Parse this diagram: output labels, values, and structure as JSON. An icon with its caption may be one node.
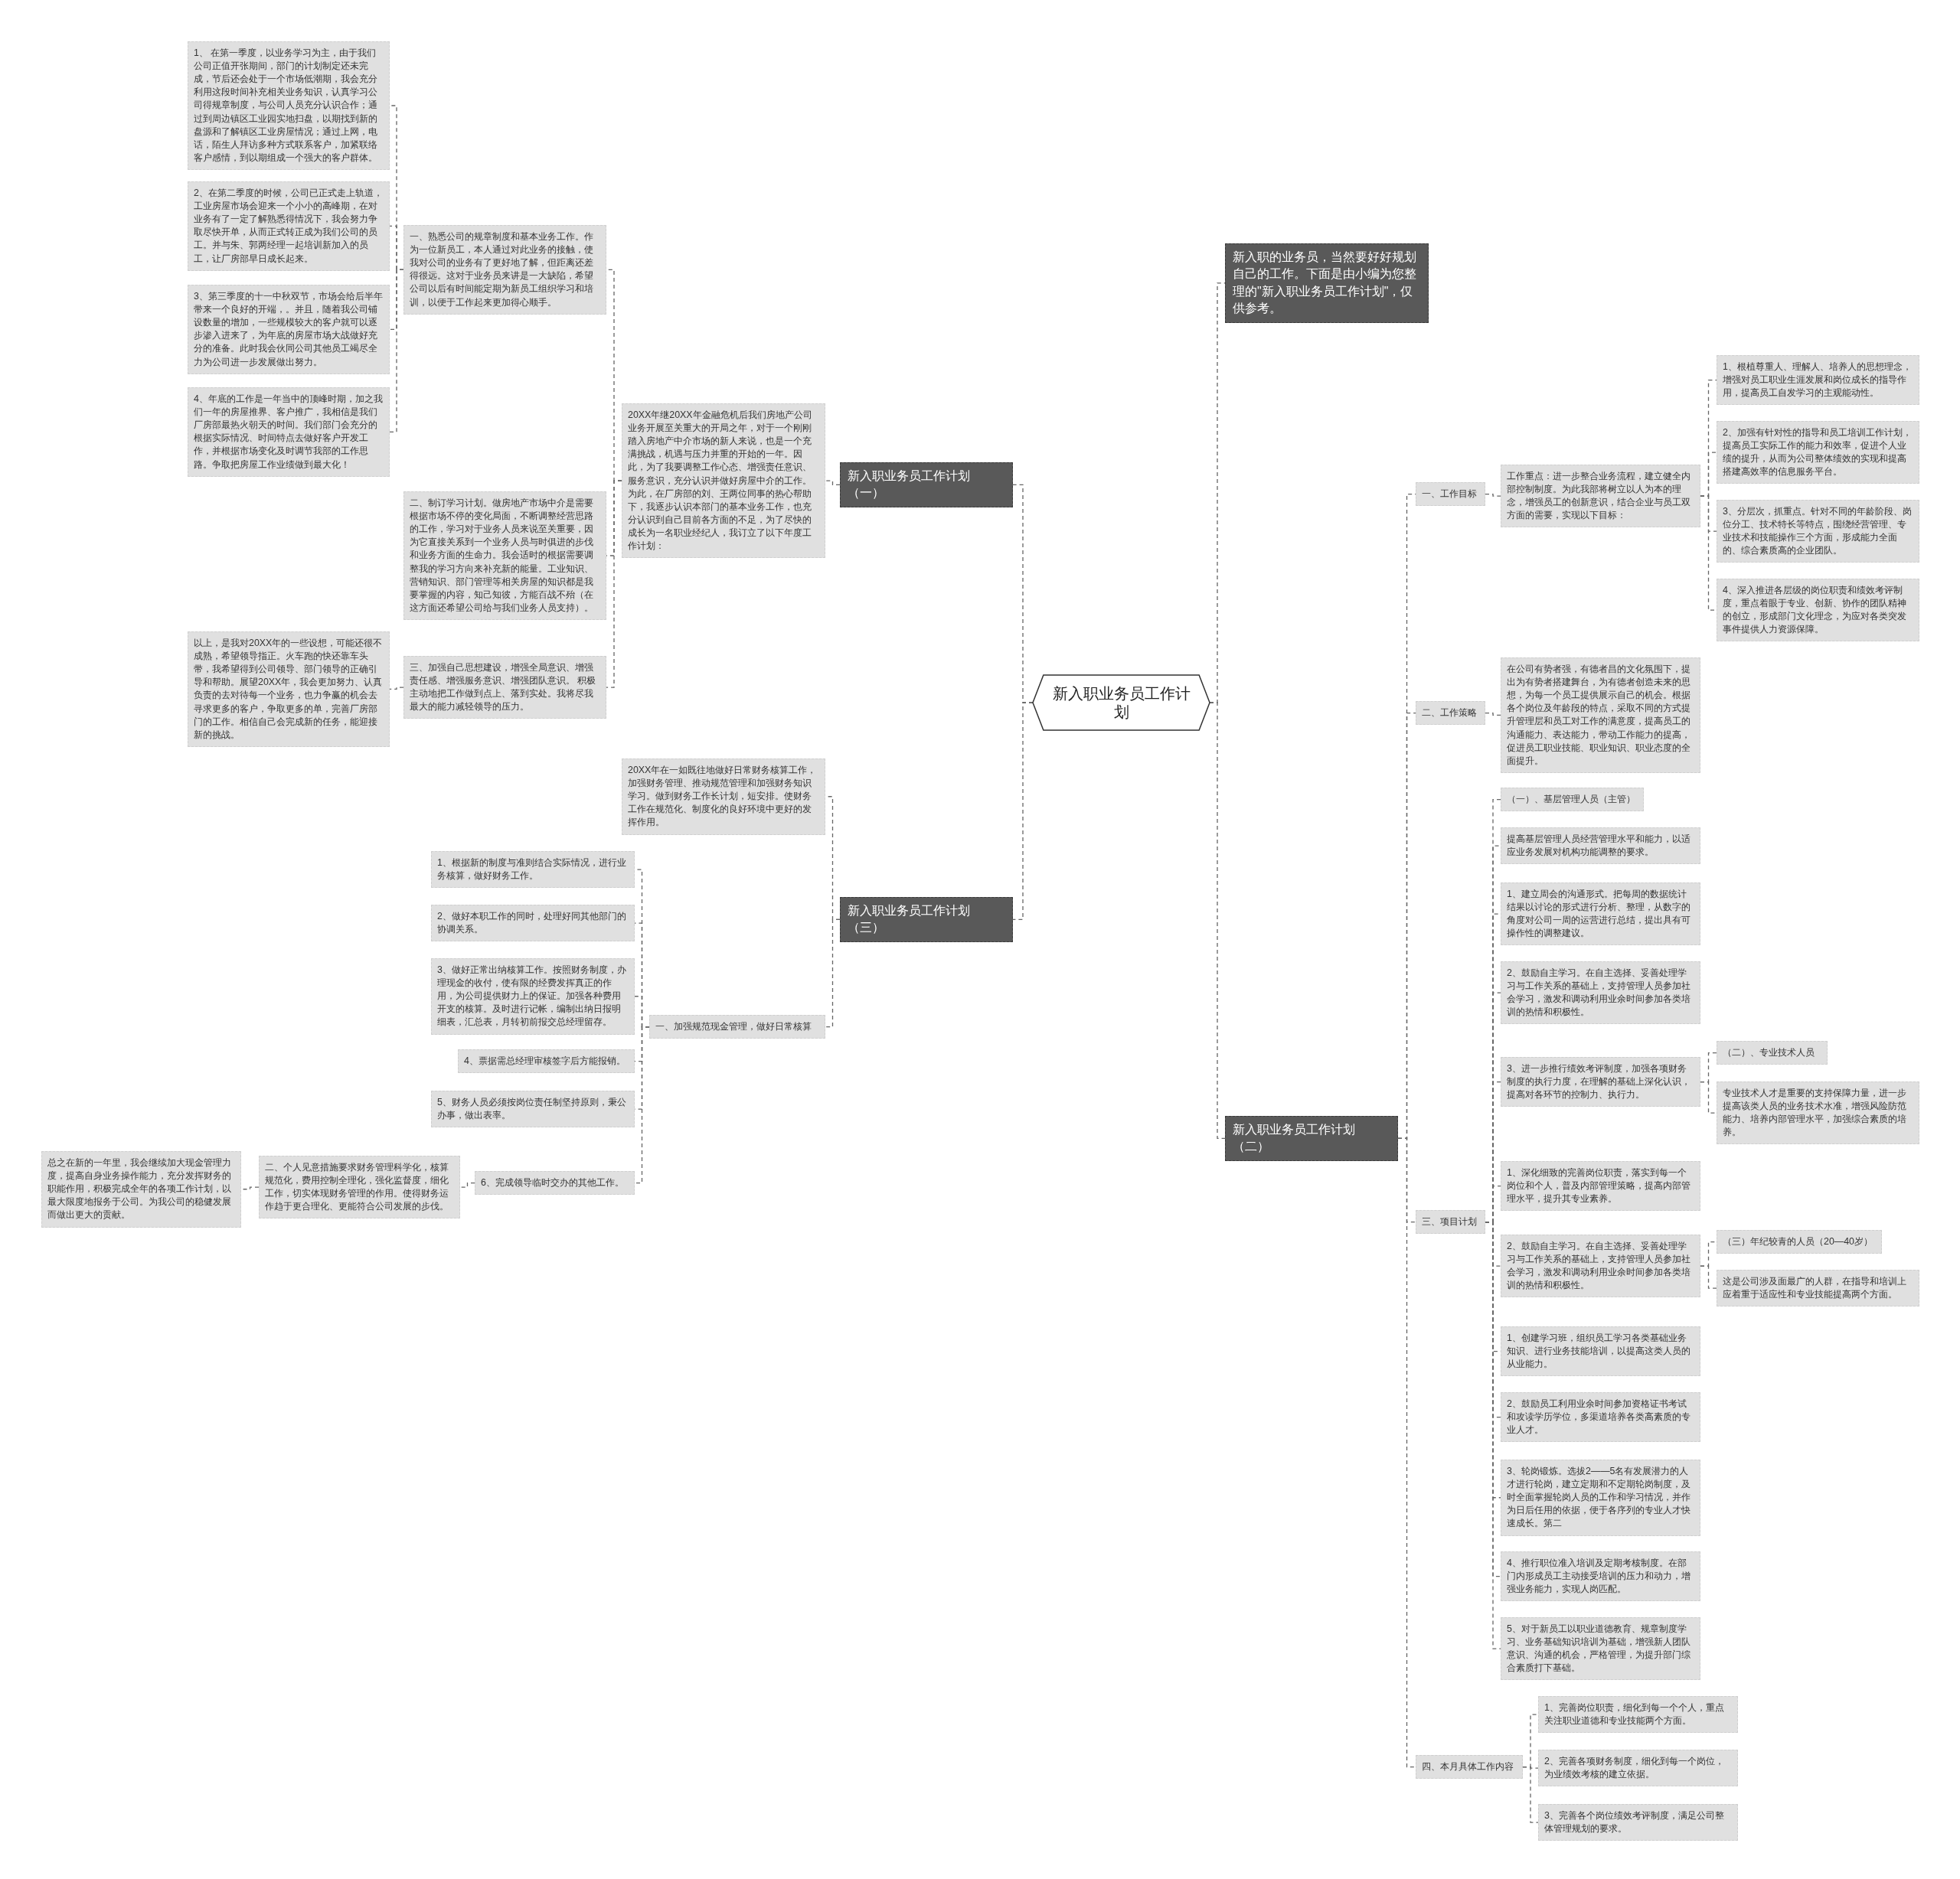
{
  "diagram": {
    "nodes": [
      {
        "text": [
          "新入职业务员工作计划"
        ]
      },
      {
        "text": [
          "新入职的业务员，当然要好好规划自己的工作。下面是由小编为您整理的\"新入职业务员工作计划\"，仅供参考。"
        ]
      },
      {
        "text": [
          "新入职业务员工作计划（一）"
        ]
      },
      {
        "text": [
          "新入职业务员工作计划（三）"
        ]
      },
      {
        "text": [
          "新入职业务员工作计划（二）"
        ]
      },
      {
        "text": [
          "20XX年继20XX年金融危机后我们房地产公司业务开展至关重大的开局之年，对于一个刚刚踏入房地产中介市场的新人来说，也是一个充满挑战，机遇与压力并重的开始的一年。因此，为了我要调整工作心态、增强责任意识、服务意识，充分认识并做好房屋中介的工作。为此，在厂房部的刘、王两位同事的热心帮助下，我逐步认识本部门的基本业务工作，也充分认识到自己目前各方面的不足，为了尽快的成长为一名职业经纪人，我订立了以下年度工作计划："
        ]
      },
      {
        "text": [
          "一、熟悉公司的规章制度和基本业务工作。作为一位新员工，本人通过对此业务的接触，使我对公司的业务有了更好地了解，但距离还差得很远。这对于业务员来讲是一大缺陷，希望公司以后有时间能定期为新员工组织学习和培训，以便于工作起来更加得心顺手。"
        ]
      },
      {
        "text": [
          "1、 在第一季度，以业务学习为主，由于我们公司正值开张期间，部门的计划制定还未完成，节后还会处于一个市场低潮期，我会充分利用这段时间补充相关业务知识，认真学习公司得规章制度，与公司人员充分认识合作；通过到周边镇区工业园实地扫盘，以期找到新的盘源和了解镇区工业房屋情况；通过上网，电话，陌生人拜访多种方式联系客户，加紧联络客户感情，到以期组成一个强大的客户群体。"
        ]
      },
      {
        "text": [
          "2、在第二季度的时候，公司已正式走上轨道，工业房屋市场会迎来一个小小的高峰期，在对业务有了一定了解熟悉得情况下，我会努力争取尽快开单，从而正式转正成为我们公司的员工。并与朱、郭两经理一起培训新加入的员工，让厂房部早日成长起来。"
        ]
      },
      {
        "text": [
          "3、第三季度的十一中秋双节，市场会给后半年带来一个良好的开端，。并且，随着我公司铺设数量的增加，一些规模较大的客户就可以逐步渗入进来了，为年底的房屋市场大战做好充分的准备。此时我会伙同公司其他员工竭尽全力为公司进一步发展做出努力。"
        ]
      },
      {
        "text": [
          "4、年底的工作是一年当中的顶峰时期，加之我们一年的房屋推界、客户推广，我相信是我们厂房部最热火朝天的时间。我们部门会充分的根据实际情况、时间特点去做好客户开发工作，并根据市场变化及时调节我部的工作思路。争取把房屋工作业绩做到最大化！"
        ]
      },
      {
        "text": [
          "二、制订学习计划。做房地产市场中介是需要根据市场不停的变化局面，不断调整经营思路的工作，学习对于业务人员来说至关重要，因为它直接关系到一个业务人员与时俱进的步伐和业务方面的生命力。我会适时的根据需要调整我的学习方向来补充新的能量。工业知识、营销知识、部门管理等相关房屋的知识都是我要掌握的内容，知己知彼，方能百战不殆（在这方面还希望公司给与我们业务人员支持）。"
        ]
      },
      {
        "text": [
          "三、加强自己思想建设，增强全局意识、增强责任感、增强服务意识、增强团队意识。 积极主动地把工作做到点上、落到实处。我将尽我最大的能力减轻领导的压力。"
        ]
      },
      {
        "text": [
          "以上，是我对20XX年的一些设想，可能还很不成熟，希望领导指正。火车跑的快还靠车头带，我希望得到公司领导、部门领导的正确引导和帮助。展望20XX年，我会更加努力、认真负责的去对待每一个业务，也力争赢的机会去寻求更多的客户，争取更多的单，完善厂房部门的工作。相信自己会完成新的任务，能迎接新的挑战。"
        ]
      },
      {
        "text": [
          "20XX年在一如既往地做好日常财务核算工作，加强财务管理、推动规范管理和加强财务知识学习。做到财务工作长计划，短安排。使财务工作在规范化、制度化的良好环境中更好的发挥作用。"
        ]
      },
      {
        "text": [
          "一、加强规范现金管理，做好日常核算"
        ]
      },
      {
        "text": [
          "1、根据新的制度与准则结合实际情况，进行业务核算，做好财务工作。"
        ]
      },
      {
        "text": [
          "2、做好本职工作的同时，处理好同其他部门的协调关系。"
        ]
      },
      {
        "text": [
          "3、做好正常出纳核算工作。按照财务制度，办理现金的收付，使有限的经费发挥真正的作用，为公司提供财力上的保证。加强各种费用开支的核算。及时进行记帐，编制出纳日报明细表，汇总表，月转初前报交总经理留存。"
        ]
      },
      {
        "text": [
          "4、票据需总经理审核签字后方能报销。"
        ]
      },
      {
        "text": [
          "5、财务人员必须按岗位责任制坚持原则，秉公办事，做出表率。"
        ]
      },
      {
        "text": [
          "6、完成领导临时交办的其他工作。"
        ]
      },
      {
        "text": [
          "二、个人见意措施要求财务管理科学化，核算规范化，费用控制全理化，强化监督度，细化工作，切实体现财务管理的作用。使得财务运作趋于更合理化、更能符合公司发展的步伐。"
        ]
      },
      {
        "text": [
          "总之在新的一年里，我会继续加大现金管理力度，提高自身业务操作能力，充分发挥财务的职能作用，积极完成全年的各项工作计划，以最大限度地报务于公司。为我公司的稳健发展而做出更大的贡献。"
        ]
      },
      {
        "text": [
          "一、工作目标"
        ]
      },
      {
        "text": [
          "工作重点：进一步整合业务流程，建立健全内部控制制度。为此我部将树立以人为本的理念，增强员工的创新意识，结合企业与员工双方面的需要，实现以下目标："
        ]
      },
      {
        "text": [
          "1、根植尊重人、理解人、培养人的思想理念，增强对员工职业生涯发展和岗位成长的指导作用，提高员工自发学习的主观能动性。"
        ]
      },
      {
        "text": [
          "2、加强有针对性的指导和员工培训工作计划，提高员工实际工作的能力和效率，促进个人业绩的提升，从而为公司整体绩效的实现和提高搭建高效率的信息服务平台。"
        ]
      },
      {
        "text": [
          "3、分层次，抓重点。针对不同的年龄阶段、岗位分工、技术特长等特点，围绕经营管理、专业技术和技能操作三个方面，形成能力全面的、综合素质高的企业团队。"
        ]
      },
      {
        "text": [
          "4、深入推进各层级的岗位职责和绩效考评制度，重点着眼于专业、创新、协作的团队精神的创立，形成部门文化理念，为应对各类突发事件提供人力资源保障。"
        ]
      },
      {
        "text": [
          "二、工作策略"
        ]
      },
      {
        "text": [
          "在公司有势者强，有德者昌的文化氛围下，提出为有势者搭建舞台，为有德者创造未来的思想，为每一个员工提供展示自己的机会。根据各个岗位及年龄段的特点，采取不同的方式提升管理层和员工对工作的满意度，提高员工的沟通能力、表达能力，带动工作能力的提高，促进员工职业技能、职业知识、职业态度的全面提升。"
        ]
      },
      {
        "text": [
          "三、项目计划"
        ]
      },
      {
        "text": [
          "（一）、基层管理人员（主管）"
        ]
      },
      {
        "text": [
          "提高基层管理人员经营管理水平和能力，以适应业务发展对机构功能调整的要求。"
        ]
      },
      {
        "text": [
          "1、建立周会的沟通形式。把每周的数据统计结果以讨论的形式进行分析、整理，从数字的角度对公司一周的运营进行总结，提出具有可操作性的调整建议。"
        ]
      },
      {
        "text": [
          "2、鼓励自主学习。在自主选择、妥善处理学习与工作关系的基础上，支持管理人员参加社会学习，激发和调动利用业余时间参加各类培训的热情和积极性。"
        ]
      },
      {
        "text": [
          "3、进一步推行绩效考评制度，加强各项财务制度的执行力度，在理解的基础上深化认识，提高对各环节的控制力、执行力。"
        ]
      },
      {
        "text": [
          "（二）、专业技术人员"
        ]
      },
      {
        "text": [
          "专业技术人才是重要的支持保障力量，进一步提高该类人员的业务技术水准，增强风险防范能力、培养内部管理水平，加强综合素质的培养。"
        ]
      },
      {
        "text": [
          "1、深化细致的完善岗位职责，落实到每一个岗位和个人，普及内部管理策略，提高内部管理水平，提升其专业素养。"
        ]
      },
      {
        "text": [
          "2、鼓励自主学习。在自主选择、妥善处理学习与工作关系的基础上，支持管理人员参加社会学习，激发和调动利用业余时间参加各类培训的热情和积极性。"
        ]
      },
      {
        "text": [
          "（三）年纪较青的人员（20—40岁）"
        ]
      },
      {
        "text": [
          "这是公司涉及面最广的人群，在指导和培训上应着重于适应性和专业技能提高两个方面。"
        ]
      },
      {
        "text": [
          "1、创建学习班，组织员工学习各类基础业务知识、进行业务技能培训，以提高这类人员的从业能力。"
        ]
      },
      {
        "text": [
          "2、鼓励员工利用业余时间参加资格证书考试和攻读学历学位，多渠道培养各类高素质的专业人才。"
        ]
      },
      {
        "text": [
          "3、轮岗锻炼。选拔2——5名有发展潜力的人才进行轮岗，建立定期和不定期轮岗制度，及时全面掌握轮岗人员的工作和学习情况，并作为日后任用的依据，便于各序列的专业人才快速成长。第二"
        ]
      },
      {
        "text": [
          "4、推行职位准入培训及定期考核制度。在部门内形成员工主动接受培训的压力和动力，增强业务能力，实现人岗匹配。"
        ]
      },
      {
        "text": [
          "5、对于新员工以职业道德教育、规章制度学习、业务基础知识培训为基础，增强新人团队意识、沟通的机会，严格管理，为提升部门综合素质打下基础。"
        ]
      },
      {
        "text": [
          "四、本月具体工作内容"
        ]
      },
      {
        "text": [
          "1、完善岗位职责，细化到每一个个人，重点关注职业道德和专业技能两个方面。"
        ]
      },
      {
        "text": [
          "2、完善各项财务制度，细化到每一个岗位，为业绩效考核的建立依据。"
        ]
      },
      {
        "text": [
          "3、完善各个岗位绩效考评制度，满足公司整体管理规划的要求。"
        ]
      }
    ],
    "edges": [
      {
        "from": 0,
        "to": 2,
        "arrow": "none"
      },
      {
        "from": 0,
        "to": 3,
        "arrow": "none"
      },
      {
        "from": 0,
        "to": 1,
        "arrow": "none"
      },
      {
        "from": 0,
        "to": 4,
        "arrow": "none"
      },
      {
        "from": 2,
        "to": 5,
        "arrow": "none"
      },
      {
        "from": 5,
        "to": 6,
        "arrow": "none"
      },
      {
        "from": 5,
        "to": 11,
        "arrow": "none"
      },
      {
        "from": 5,
        "to": 12,
        "arrow": "none"
      },
      {
        "from": 6,
        "to": 7,
        "arrow": "none"
      },
      {
        "from": 6,
        "to": 8,
        "arrow": "none"
      },
      {
        "from": 6,
        "to": 9,
        "arrow": "none"
      },
      {
        "from": 6,
        "to": 10,
        "arrow": "none"
      },
      {
        "from": 12,
        "to": 13,
        "arrow": "none"
      },
      {
        "from": 3,
        "to": 14,
        "arrow": "none"
      },
      {
        "from": 3,
        "to": 15,
        "arrow": "none"
      },
      {
        "from": 15,
        "to": 16,
        "arrow": "none"
      },
      {
        "from": 15,
        "to": 17,
        "arrow": "none"
      },
      {
        "from": 15,
        "to": 18,
        "arrow": "none"
      },
      {
        "from": 15,
        "to": 19,
        "arrow": "none"
      },
      {
        "from": 15,
        "to": 20,
        "arrow": "none"
      },
      {
        "from": 15,
        "to": 21,
        "arrow": "none"
      },
      {
        "from": 21,
        "to": 22,
        "arrow": "none"
      },
      {
        "from": 22,
        "to": 23,
        "arrow": "none"
      },
      {
        "from": 4,
        "to": 24,
        "arrow": "none"
      },
      {
        "from": 24,
        "to": 25,
        "arrow": "none"
      },
      {
        "from": 25,
        "to": 26,
        "arrow": "none"
      },
      {
        "from": 25,
        "to": 27,
        "arrow": "none"
      },
      {
        "from": 25,
        "to": 28,
        "arrow": "none"
      },
      {
        "from": 25,
        "to": 29,
        "arrow": "none"
      },
      {
        "from": 4,
        "to": 30,
        "arrow": "none"
      },
      {
        "from": 30,
        "to": 31,
        "arrow": "none"
      },
      {
        "from": 4,
        "to": 32,
        "arrow": "none"
      },
      {
        "from": 32,
        "to": 33,
        "arrow": "none"
      },
      {
        "from": 32,
        "to": 34,
        "arrow": "none"
      },
      {
        "from": 32,
        "to": 35,
        "arrow": "none"
      },
      {
        "from": 32,
        "to": 36,
        "arrow": "none"
      },
      {
        "from": 32,
        "to": 37,
        "arrow": "none"
      },
      {
        "from": 37,
        "to": 38,
        "arrow": "none"
      },
      {
        "from": 37,
        "to": 39,
        "arrow": "none"
      },
      {
        "from": 32,
        "to": 40,
        "arrow": "none"
      },
      {
        "from": 32,
        "to": 41,
        "arrow": "none"
      },
      {
        "from": 41,
        "to": 42,
        "arrow": "none"
      },
      {
        "from": 41,
        "to": 43,
        "arrow": "none"
      },
      {
        "from": 32,
        "to": 44,
        "arrow": "none"
      },
      {
        "from": 32,
        "to": 45,
        "arrow": "none"
      },
      {
        "from": 32,
        "to": 46,
        "arrow": "none"
      },
      {
        "from": 32,
        "to": 47,
        "arrow": "none"
      },
      {
        "from": 32,
        "to": 48,
        "arrow": "none"
      },
      {
        "from": 4,
        "to": 49,
        "arrow": "none"
      },
      {
        "from": 49,
        "to": 50,
        "arrow": "none"
      },
      {
        "from": 49,
        "to": 51,
        "arrow": "none"
      },
      {
        "from": 49,
        "to": 52,
        "arrow": "none"
      }
    ]
  }
}
